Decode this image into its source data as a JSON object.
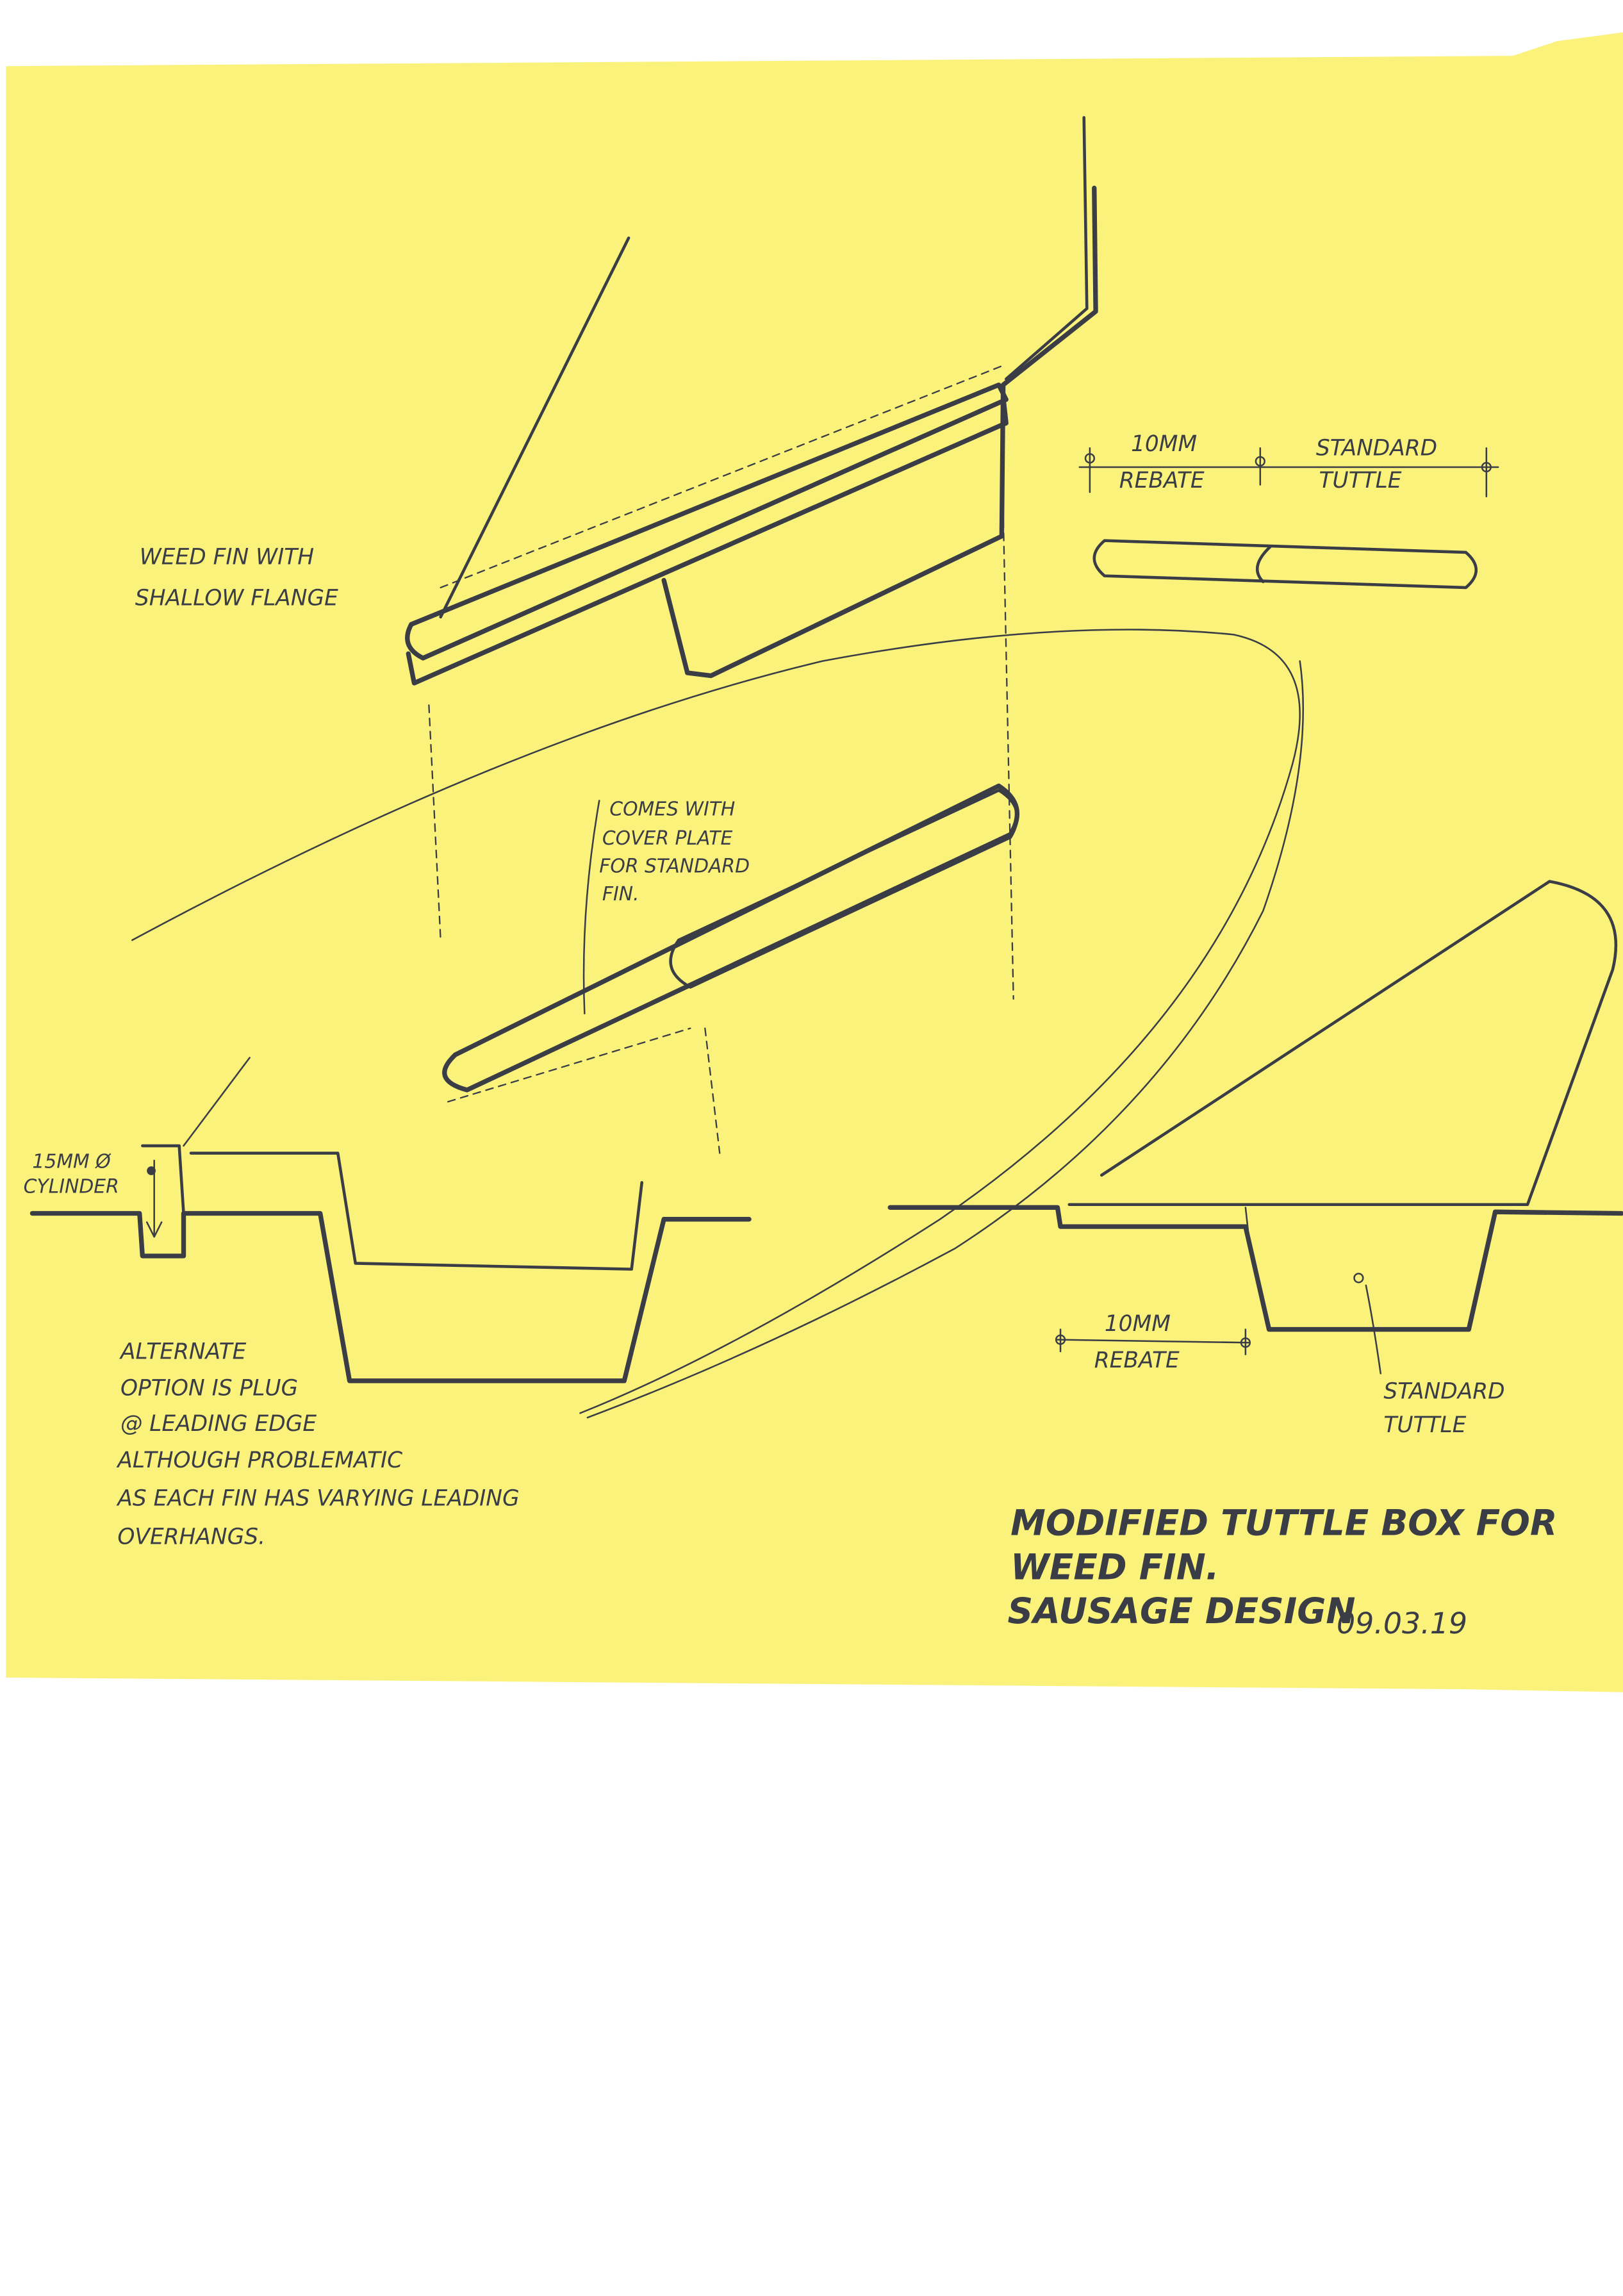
{
  "paper_color": "#fbf27c",
  "ink_color": "#3a3d45",
  "labels": {
    "weed_fin": [
      "WEED FIN WITH",
      "SHALLOW FLANGE"
    ],
    "top_dim_left": [
      "10MM",
      "REBATE"
    ],
    "top_dim_right": [
      "STANDARD",
      "TUTTLE"
    ],
    "cover_plate": [
      "COMES WITH",
      "COVER PLATE",
      "FOR STANDARD",
      "FIN."
    ],
    "cylinder": [
      "15MM Ø",
      "CYLINDER"
    ],
    "alternate": [
      "ALTERNATE",
      "OPTION IS PLUG",
      "@ LEADING EDGE",
      "ALTHOUGH PROBLEMATIC",
      "AS EACH FIN HAS VARYING LEADING",
      "OVERHANGS."
    ],
    "bottom_dim": [
      "10MM",
      "REBATE"
    ],
    "standard_tuttle": [
      "STANDARD",
      "TUTTLE"
    ]
  },
  "title": [
    "MODIFIED TUTTLE BOX FOR",
    "WEED FIN.",
    "SAUSAGE DESIGN"
  ],
  "date": "09.03.19"
}
